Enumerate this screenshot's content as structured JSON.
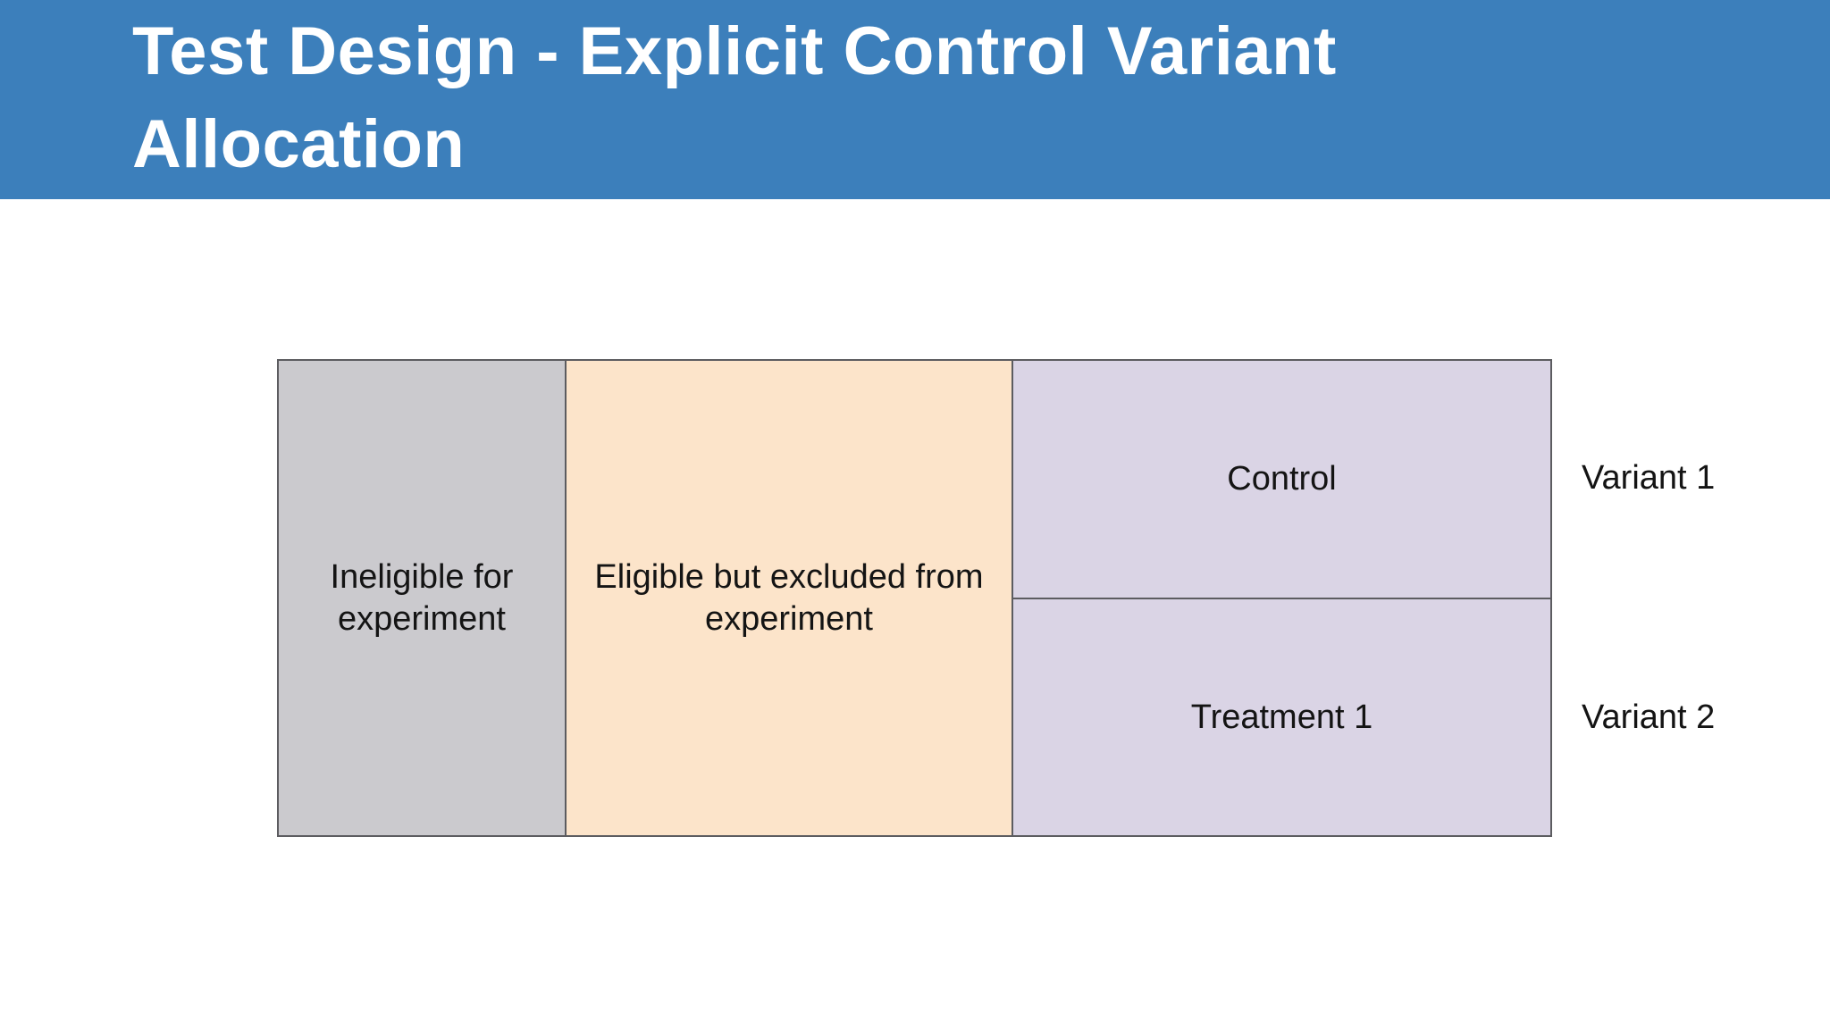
{
  "header": {
    "title": "Test Design - Explicit Control Variant Allocation",
    "title_lines": [
      "Test Design - Explicit Control Variant",
      "Allocation"
    ],
    "background": "#3C7FBB",
    "text_color": "#FFFFFF"
  },
  "diagram": {
    "border_color": "#5C5C60",
    "text_color": "#141414",
    "cells": [
      {
        "key": "ineligible",
        "label": "Ineligible for experiment",
        "fill": "#CBCACE"
      },
      {
        "key": "excluded",
        "label": "Eligible but excluded from experiment",
        "fill": "#FCE4CA"
      },
      {
        "key": "control",
        "label": "Control",
        "fill": "#DAD4E5",
        "variant": "Variant 1"
      },
      {
        "key": "treatment",
        "label": "Treatment 1",
        "fill": "#DAD4E5",
        "variant": "Variant 2"
      }
    ],
    "side_labels": [
      "Variant 1",
      "Variant 2"
    ]
  }
}
